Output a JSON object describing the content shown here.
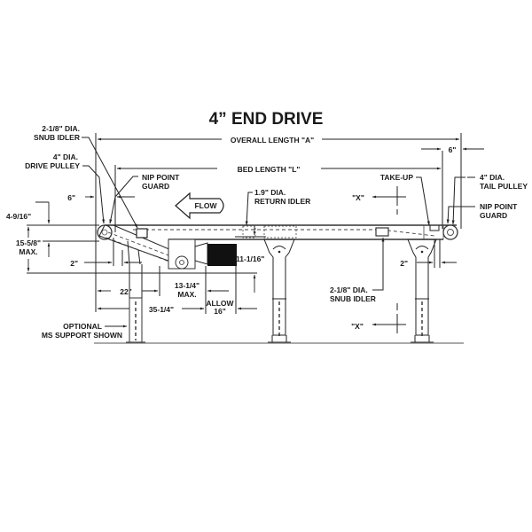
{
  "title": "4” END DRIVE",
  "dimensions": {
    "overall_length": "OVERALL LENGTH \"A\"",
    "bed_length": "BED LENGTH \"L\"",
    "left_offset": "6\"",
    "right_offset": "6\"",
    "height_top": "4-9/16\"",
    "height_drop_1": "15-5/8\"",
    "height_drop_2": "MAX.",
    "left_2": "2\"",
    "right_2": "2\"",
    "d22": "22\"",
    "d13_1": "13-1/4\"",
    "d13_2": "MAX.",
    "d35": "35-1/4\"",
    "allow_1": "ALLOW",
    "allow_2": "16\"",
    "d11": "11-1/16\""
  },
  "callouts": {
    "snub_idler_top_1": "2-1/8\" DIA.",
    "snub_idler_top_2": "SNUB IDLER",
    "drive_pulley_1": "4\" DIA.",
    "drive_pulley_2": "DRIVE PULLEY",
    "nip_left_1": "NIP POINT",
    "nip_left_2": "GUARD",
    "flow": "FLOW",
    "return_idler_1": "1.9\" DIA.",
    "return_idler_2": "RETURN IDLER",
    "x_top": "\"X\"",
    "take_up": "TAKE-UP",
    "tail_pulley_1": "4\" DIA.",
    "tail_pulley_2": "TAIL PULLEY",
    "nip_right_1": "NIP POINT",
    "nip_right_2": "GUARD",
    "snub_idler_bottom_1": "2-1/8\" DIA.",
    "snub_idler_bottom_2": "SNUB IDLER",
    "x_bottom": "\"X\"",
    "optional_1": "OPTIONAL",
    "optional_2": "MS SUPPORT SHOWN"
  }
}
